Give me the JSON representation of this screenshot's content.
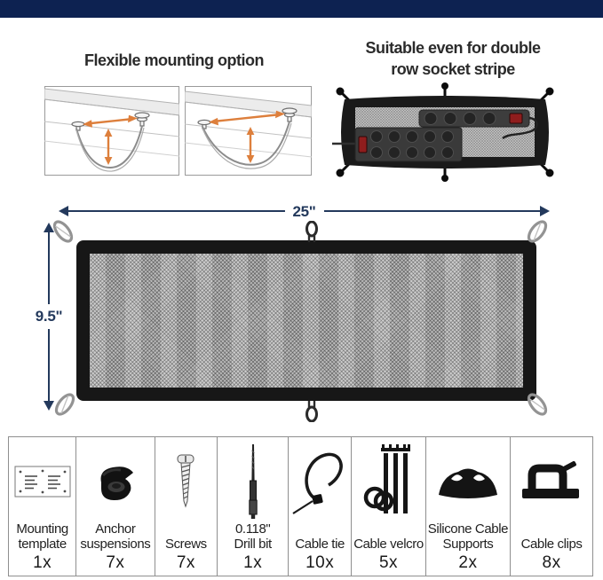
{
  "colors": {
    "top_bar": "#0d2251",
    "dimension_navy": "#23395c",
    "arrow_orange": "#dd7f3c",
    "net_border_black": "#171717",
    "mesh_gray": "#c7c7c7",
    "switch_red": "#8f1d1d"
  },
  "sections": {
    "mounting": {
      "title": "Flexible mounting option"
    },
    "socket": {
      "title_line1": "Suitable even for double",
      "title_line2": "row socket stripe"
    }
  },
  "dimensions": {
    "width": "25\"",
    "height": "9.5\""
  },
  "kit": {
    "items": [
      {
        "icon": "mounting-template-icon",
        "lines": [
          "Mounting",
          "template"
        ],
        "count": "1x"
      },
      {
        "icon": "anchor-suspension-icon",
        "lines": [
          "Anchor",
          "suspensions"
        ],
        "count": "7x"
      },
      {
        "icon": "screw-icon",
        "lines": [
          "Screws"
        ],
        "count": "7x"
      },
      {
        "icon": "drill-bit-icon",
        "lines": [
          "0.118\"",
          "Drill bit"
        ],
        "count": "1x"
      },
      {
        "icon": "cable-tie-icon",
        "lines": [
          "Cable tie"
        ],
        "count": "10x"
      },
      {
        "icon": "cable-velcro-icon",
        "lines": [
          "Cable velcro"
        ],
        "count": "5x"
      },
      {
        "icon": "silicone-cable-supports-icon",
        "lines": [
          "Silicone Cable",
          "Supports"
        ],
        "count": "2x"
      },
      {
        "icon": "cable-clips-icon",
        "lines": [
          "Cable clips"
        ],
        "count": "8x"
      }
    ]
  }
}
